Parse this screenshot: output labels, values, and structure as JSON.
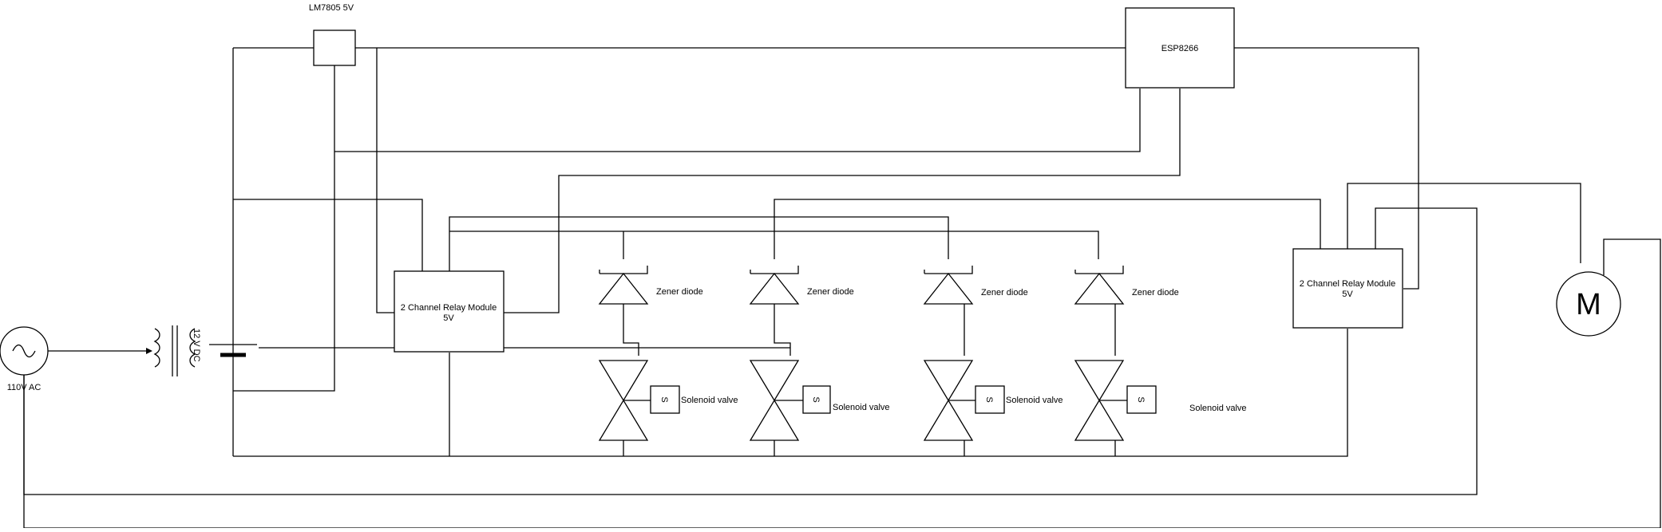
{
  "labels": {
    "regulator": "LM7805 5V",
    "esp": "ESP8266",
    "relay1_line1": "2 Channel Relay Module",
    "relay1_line2": "5V",
    "relay2_line1": "2 Channel Relay Module",
    "relay2_line2": "5V",
    "zener": "Zener diode",
    "solenoid": "Solenoid valve",
    "solenoid_symbol": "S",
    "ac_source": "110V AC",
    "transformer_output": "12 V DC",
    "motor": "M"
  }
}
